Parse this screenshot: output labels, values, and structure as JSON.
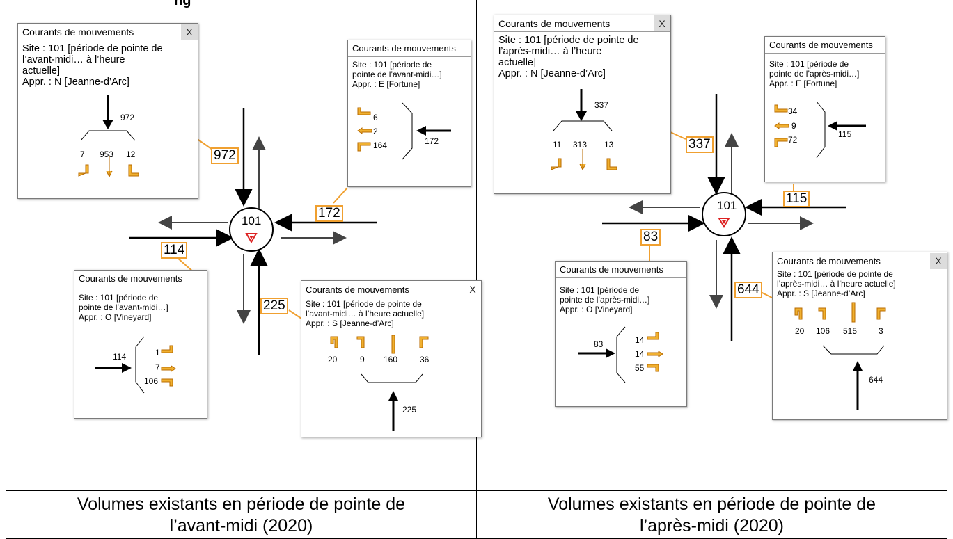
{
  "top_title": "ng",
  "left": {
    "caption_line1": "Volumes existants en période de pointe de",
    "caption_line2": "l’avant-midi (2020)",
    "node": "101",
    "callouts": {
      "north": "972",
      "east": "172",
      "west": "114",
      "south": "225"
    },
    "popups": {
      "north": {
        "title": "Courants de mouvements",
        "close": "X",
        "site": "Site : 101 [période de pointe de l’avant-midi… à l’heure actuelle]",
        "site_l1": "Site : 101 [période de pointe de",
        "site_l2": "l’avant-midi… à l’heure",
        "site_l3": "actuelle]",
        "appr": "Appr. : N [Jeanne-d’Arc]",
        "total": "972",
        "left": "7",
        "through": "953",
        "right": "12"
      },
      "east": {
        "title": "Courants de mouvements",
        "site_l1": "Site : 101 [période de",
        "site_l2": "pointe de l’avant-midi…]",
        "appr": "Appr. : E [Fortune]",
        "total": "172",
        "m1": "6",
        "m2": "2",
        "m3": "164"
      },
      "west": {
        "title": "Courants de mouvements",
        "site_l1": "Site : 101 [période de",
        "site_l2": "pointe de l’avant-midi…]",
        "appr": "Appr. : O [Vineyard]",
        "total": "114",
        "m1": "1",
        "m2": "7",
        "m3": "106"
      },
      "south": {
        "title": "Courants de mouvements",
        "close": "X",
        "site_l1": "Site : 101 [période de pointe de",
        "site_l2": "l’avant-midi… à l’heure actuelle]",
        "appr": "Appr. : S [Jeanne-d’Arc]",
        "total": "225",
        "m1": "20",
        "m2": "9",
        "m3": "160",
        "m4": "36"
      }
    }
  },
  "right": {
    "caption_line1": "Volumes existants en période de pointe de",
    "caption_line2": "l’après-midi (2020)",
    "node": "101",
    "callouts": {
      "north": "337",
      "east": "115",
      "west": "83",
      "south": "644"
    },
    "popups": {
      "north": {
        "title": "Courants de mouvements",
        "close": "X",
        "site_l1": "Site : 101 [période de pointe de",
        "site_l2": "l’après-midi… à l’heure",
        "site_l3": "actuelle]",
        "appr": "Appr. : N [Jeanne-d’Arc]",
        "total": "337",
        "left": "11",
        "through": "313",
        "right": "13"
      },
      "east": {
        "title": "Courants de mouvements",
        "site_l1": "Site : 101 [période de",
        "site_l2": "pointe de l’après-midi…]",
        "appr": "Appr. : E [Fortune]",
        "total": "115",
        "m1": "34",
        "m2": "9",
        "m3": "72"
      },
      "west": {
        "title": "Courants de mouvements",
        "site_l1": "Site : 101 [période de",
        "site_l2": "pointe de l’après-midi…]",
        "appr": "Appr. : O [Vineyard]",
        "total": "83",
        "m1": "14",
        "m2": "14",
        "m3": "55"
      },
      "south": {
        "title": "Courants de mouvements",
        "close": "X",
        "site_l1": "Site : 101 [période de pointe de",
        "site_l2": "l’après-midi… à l’heure actuelle]",
        "appr": "Appr. : S [Jeanne-d’Arc]",
        "total": "644",
        "m1": "20",
        "m2": "106",
        "m3": "515",
        "m4": "3"
      }
    }
  },
  "colors": {
    "accent": "#f0a030",
    "arrow": "#f0b030",
    "line": "#000000"
  }
}
